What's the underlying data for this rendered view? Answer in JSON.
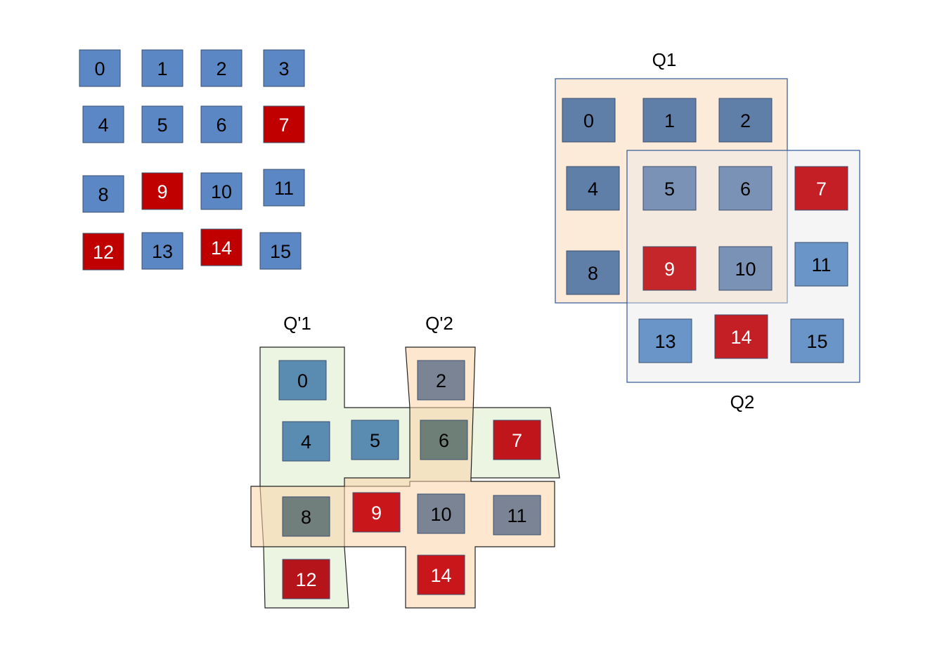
{
  "colors": {
    "blue": "#5b87c5",
    "red": "#c00000",
    "q1_fill": "#fdebd9",
    "q2_fill": "#f2f2f2",
    "qp1_fill": "#e6f2dc",
    "qp2_fill": "#fbd9b6",
    "outline_blue": "#2f5597",
    "outline_dark": "#333333"
  },
  "grid_original": {
    "cells": [
      {
        "label": "0",
        "color": "blue"
      },
      {
        "label": "1",
        "color": "blue"
      },
      {
        "label": "2",
        "color": "blue"
      },
      {
        "label": "3",
        "color": "blue"
      },
      {
        "label": "4",
        "color": "blue"
      },
      {
        "label": "5",
        "color": "blue"
      },
      {
        "label": "6",
        "color": "blue"
      },
      {
        "label": "7",
        "color": "red"
      },
      {
        "label": "8",
        "color": "blue"
      },
      {
        "label": "9",
        "color": "red"
      },
      {
        "label": "10",
        "color": "blue"
      },
      {
        "label": "11",
        "color": "blue"
      },
      {
        "label": "12",
        "color": "red"
      },
      {
        "label": "13",
        "color": "blue"
      },
      {
        "label": "14",
        "color": "red"
      },
      {
        "label": "15",
        "color": "blue"
      }
    ]
  },
  "grid_q": {
    "q1_label": "Q1",
    "q2_label": "Q2",
    "cells": [
      {
        "label": "0",
        "color": "blue"
      },
      {
        "label": "1",
        "color": "blue"
      },
      {
        "label": "2",
        "color": "blue"
      },
      {
        "label": "4",
        "color": "blue"
      },
      {
        "label": "5",
        "color": "blue"
      },
      {
        "label": "6",
        "color": "blue"
      },
      {
        "label": "7",
        "color": "red"
      },
      {
        "label": "8",
        "color": "blue"
      },
      {
        "label": "9",
        "color": "red"
      },
      {
        "label": "10",
        "color": "blue"
      },
      {
        "label": "11",
        "color": "blue"
      },
      {
        "label": "13",
        "color": "blue"
      },
      {
        "label": "14",
        "color": "red"
      },
      {
        "label": "15",
        "color": "blue"
      }
    ]
  },
  "grid_qprime": {
    "qp1_label": "Q'1",
    "qp2_label": "Q'2",
    "cells": [
      {
        "label": "0",
        "color": "blue"
      },
      {
        "label": "2",
        "color": "blue"
      },
      {
        "label": "4",
        "color": "blue"
      },
      {
        "label": "5",
        "color": "blue"
      },
      {
        "label": "6",
        "color": "blue"
      },
      {
        "label": "7",
        "color": "red"
      },
      {
        "label": "8",
        "color": "blue"
      },
      {
        "label": "9",
        "color": "red"
      },
      {
        "label": "10",
        "color": "blue"
      },
      {
        "label": "11",
        "color": "blue"
      },
      {
        "label": "12",
        "color": "red"
      },
      {
        "label": "14",
        "color": "red"
      }
    ]
  }
}
